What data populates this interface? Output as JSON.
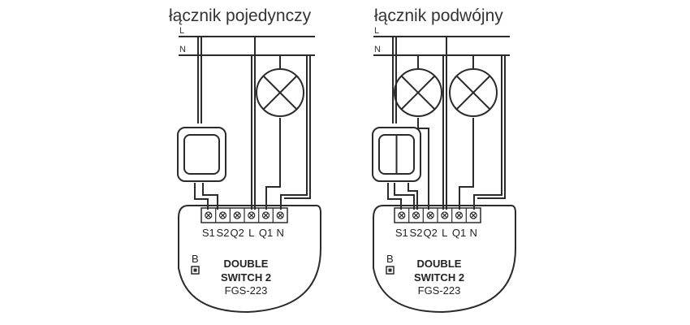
{
  "colors": {
    "line": "#2b2b2b",
    "background": "#ffffff"
  },
  "diagrams": [
    {
      "title": "łącznik pojedynczy",
      "line_labels": {
        "live": "L",
        "neutral": "N"
      },
      "switch_type": "single",
      "lamps": 1,
      "terminals": [
        "S1",
        "S2",
        "Q2",
        "L",
        "Q1",
        "N"
      ],
      "button_label": "B",
      "module": {
        "line1": "DOUBLE",
        "line2": "SWITCH 2",
        "model": "FGS-223"
      }
    },
    {
      "title": "łącznik podwójny",
      "line_labels": {
        "live": "L",
        "neutral": "N"
      },
      "switch_type": "double",
      "lamps": 2,
      "terminals": [
        "S1",
        "S2",
        "Q2",
        "L",
        "Q1",
        "N"
      ],
      "button_label": "B",
      "module": {
        "line1": "DOUBLE",
        "line2": "SWITCH 2",
        "model": "FGS-223"
      }
    }
  ]
}
